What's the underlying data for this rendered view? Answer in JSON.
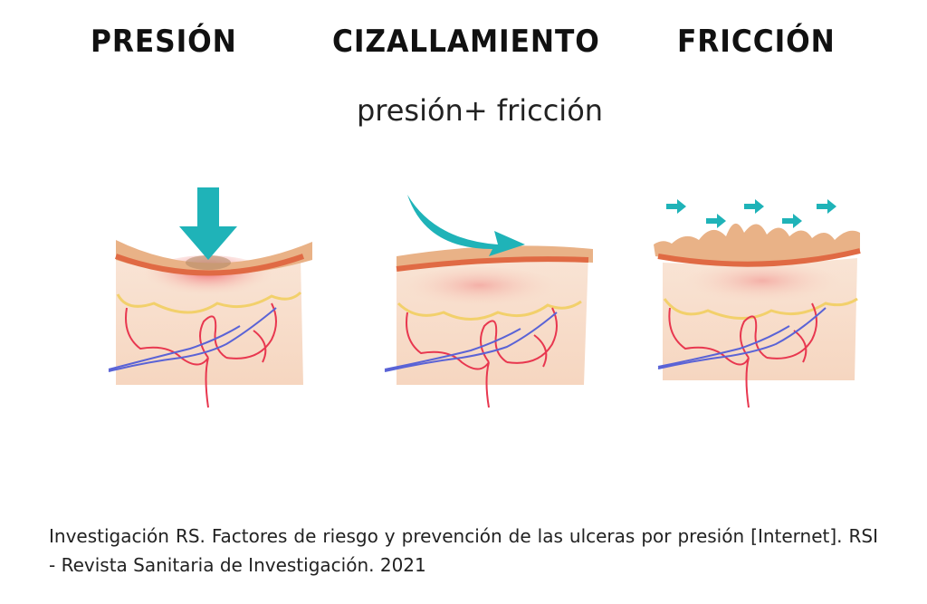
{
  "titles": {
    "pressure": "PRESIÓN",
    "shear": "CIZALLAMIENTO",
    "friction": "FRICCIÓN"
  },
  "subtitle": "presión+ fricción",
  "citation": "Investigación RS. Factores de riesgo y prevención de las ulceras por presión [Internet]. RSI - Revista Sanitaria de Investigación. 2021",
  "colors": {
    "arrow": "#1fb3b8",
    "skin_top": "#e9b287",
    "dermis_line": "#e06a44",
    "tissue": "#f8ddca",
    "fat_line": "#f2d06b",
    "artery": "#e8374f",
    "vein": "#5a63d6",
    "pressure_zone": "#f04a5a"
  },
  "icons": [
    "down-arrow-icon",
    "curved-arrow-icon",
    "small-right-arrow-icon"
  ]
}
